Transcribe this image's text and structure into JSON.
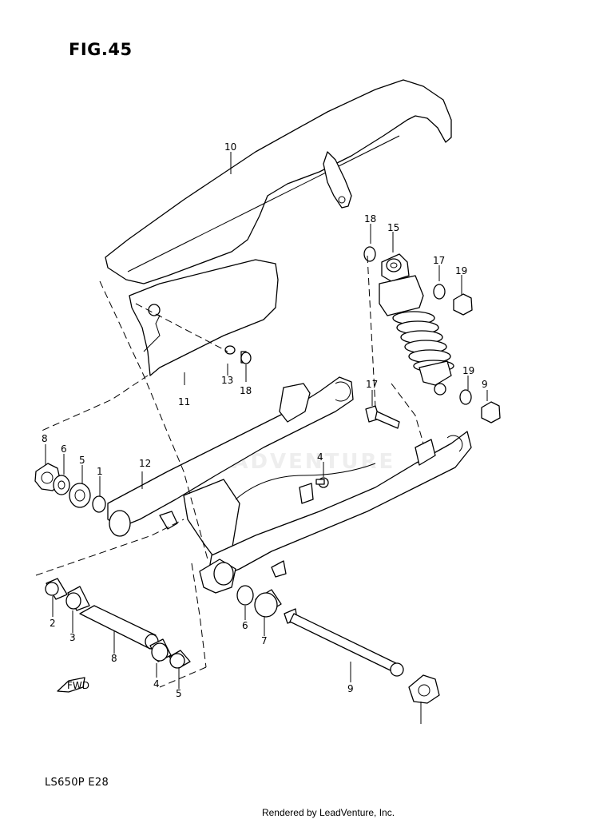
{
  "figure": {
    "title": "FIG.45",
    "model_code": "LS650P  E28"
  },
  "footer": {
    "credit": "Rendered by LeadVenture, Inc."
  },
  "watermark": {
    "text": "LEADVENTURE"
  },
  "callouts": [
    {
      "id": "c10",
      "label": "10"
    },
    {
      "id": "c18a",
      "label": "18"
    },
    {
      "id": "c15",
      "label": "15"
    },
    {
      "id": "c17a",
      "label": "17"
    },
    {
      "id": "c19a",
      "label": "19"
    },
    {
      "id": "c11",
      "label": "11"
    },
    {
      "id": "c13",
      "label": "13"
    },
    {
      "id": "c18b",
      "label": "18"
    },
    {
      "id": "c17b",
      "label": "17"
    },
    {
      "id": "c19b",
      "label": "19"
    },
    {
      "id": "c9a",
      "label": "9"
    },
    {
      "id": "c8a",
      "label": "8"
    },
    {
      "id": "c6a",
      "label": "6"
    },
    {
      "id": "c5a",
      "label": "5"
    },
    {
      "id": "c1",
      "label": "1"
    },
    {
      "id": "c12",
      "label": "12"
    },
    {
      "id": "c4a",
      "label": "4"
    },
    {
      "id": "c2",
      "label": "2"
    },
    {
      "id": "c3",
      "label": "3"
    },
    {
      "id": "c8b",
      "label": "8"
    },
    {
      "id": "c4b",
      "label": "4"
    },
    {
      "id": "c5b",
      "label": "5"
    },
    {
      "id": "c6b",
      "label": "6"
    },
    {
      "id": "c7",
      "label": "7"
    },
    {
      "id": "c9b",
      "label": "9"
    }
  ],
  "front_arrow": {
    "label": "FWD"
  }
}
